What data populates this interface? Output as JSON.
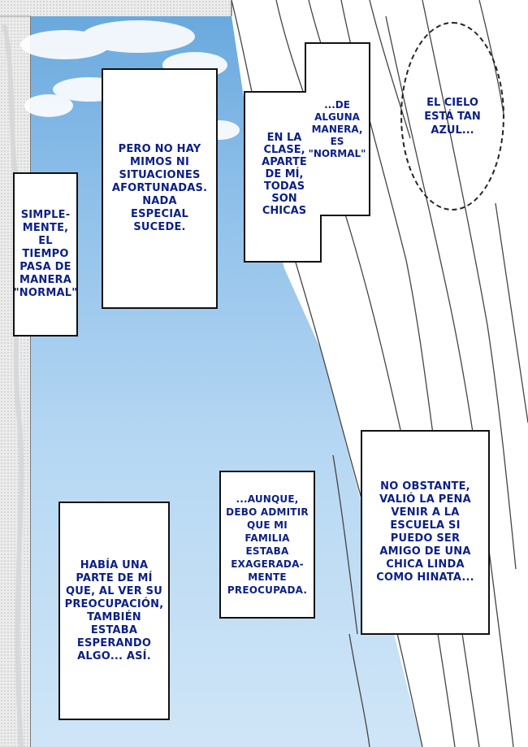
{
  "panel": {
    "sky_color": "#9cc6ea",
    "text_color": "#0b1f86"
  },
  "captions": {
    "simplemente": "SIMPLE-\nMENTE, EL\nTIEMPO\nPASA DE\nMANERA\n\"NORMAL\"",
    "pero_no_hay": "PERO NO HAY\nMIMOS NI\nSITUACIONES\nAFORTUNADAS.\nNADA\nESPECIAL\nSUCEDE.",
    "en_la_clase": "EN LA\nCLASE,\nAPARTE\nDE MÍ,\nTODAS\nSON\nCHICAS",
    "de_alguna_manera": "...DE\nALGUNA\nMANERA,\nES\n\"NORMAL\"",
    "cielo": "EL CIELO\nESTÁ TAN\nAZUL...",
    "no_obstante": "NO OBSTANTE,\nVALIÓ LA PENA\nVENIR A LA\nESCUELA SI\nPUEDO SER\nAMIGO DE UNA\nCHICA LINDA\nCOMO HINATA...",
    "aunque": "...AUNQUE,\nDEBO ADMITIR\nQUE MI FAMILIA\nESTABA\nEXAGERADA-\nMENTE\nPREOCUPADA.",
    "habia_una_parte": "HABÍA UNA\nPARTE DE MÍ\nQUE, AL VER SU\nPREOCUPACIÓN,\nTAMBIÉN\nESTABA\nESPERANDO\nALGO... ASÍ."
  }
}
